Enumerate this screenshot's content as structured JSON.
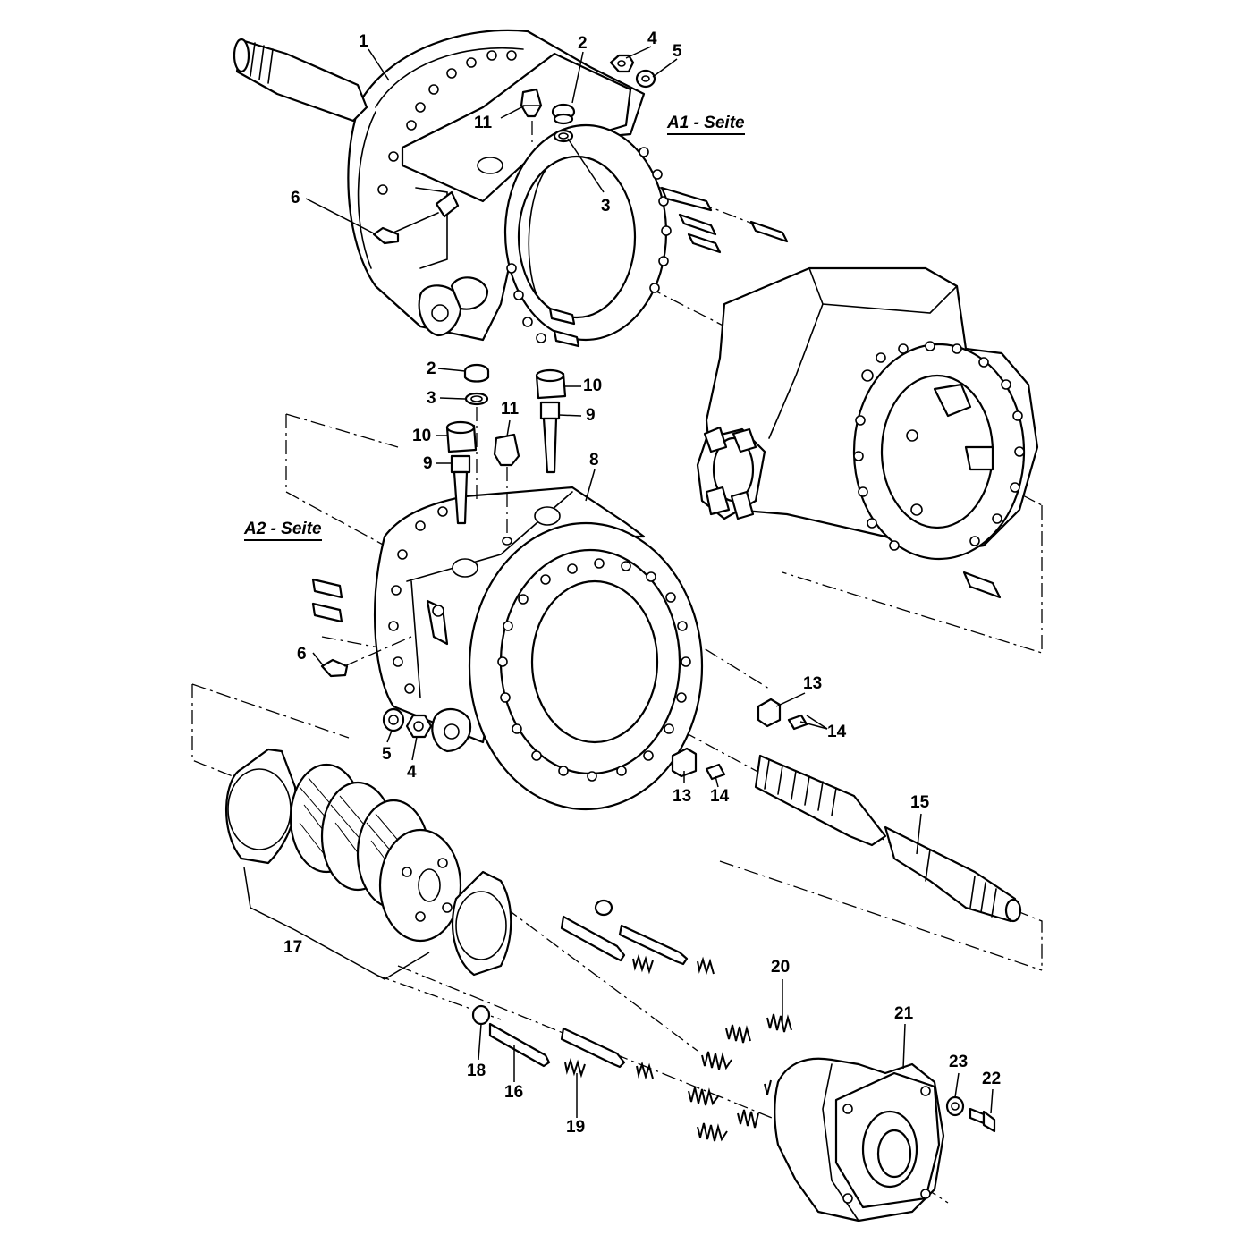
{
  "side_labels": {
    "a1": "A1 - Seite",
    "a2": "A2 - Seite"
  },
  "callouts": [
    {
      "id": "c1a",
      "text": "1"
    },
    {
      "id": "c2a",
      "text": "2"
    },
    {
      "id": "c3a",
      "text": "3"
    },
    {
      "id": "c4a",
      "text": "4"
    },
    {
      "id": "c5a",
      "text": "5"
    },
    {
      "id": "c6a",
      "text": "6"
    },
    {
      "id": "c11a",
      "text": "11"
    },
    {
      "id": "c2b",
      "text": "2"
    },
    {
      "id": "c3b",
      "text": "3"
    },
    {
      "id": "c10a",
      "text": "10"
    },
    {
      "id": "c10b",
      "text": "10"
    },
    {
      "id": "c9a",
      "text": "9"
    },
    {
      "id": "c9b",
      "text": "9"
    },
    {
      "id": "c11b",
      "text": "11"
    },
    {
      "id": "c8",
      "text": "8"
    },
    {
      "id": "c6b",
      "text": "6"
    },
    {
      "id": "c5b",
      "text": "5"
    },
    {
      "id": "c4b",
      "text": "4"
    },
    {
      "id": "c13a",
      "text": "13"
    },
    {
      "id": "c14a",
      "text": "14"
    },
    {
      "id": "c13b",
      "text": "13"
    },
    {
      "id": "c14b",
      "text": "14"
    },
    {
      "id": "c15",
      "text": "15"
    },
    {
      "id": "c17",
      "text": "17"
    },
    {
      "id": "c20",
      "text": "20"
    },
    {
      "id": "c21",
      "text": "21"
    },
    {
      "id": "c23",
      "text": "23"
    },
    {
      "id": "c22",
      "text": "22"
    },
    {
      "id": "c18",
      "text": "18"
    },
    {
      "id": "c16",
      "text": "16"
    },
    {
      "id": "c19",
      "text": "19"
    }
  ]
}
